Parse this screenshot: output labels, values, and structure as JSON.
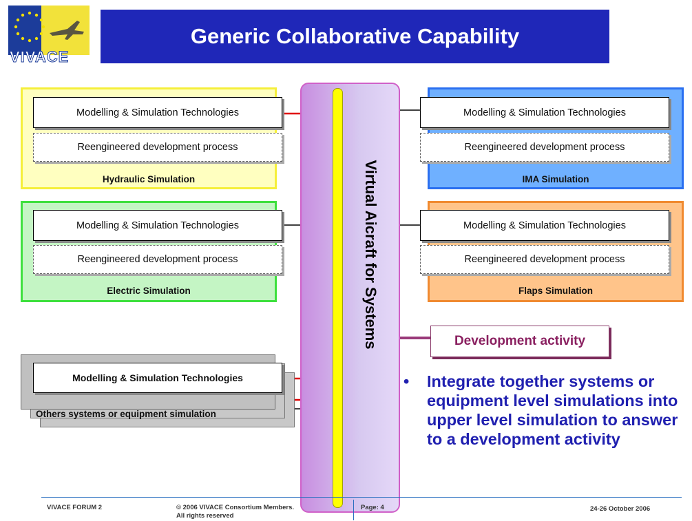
{
  "logo": {
    "text": "VIVACE"
  },
  "title": "Generic Collaborative Capability",
  "bus_label": "Virtual Aicraft for Systems",
  "modules": {
    "hydraulic": {
      "tech": "Modelling & Simulation Technologies",
      "process": "Reengineered development process",
      "label": "Hydraulic Simulation",
      "color": "#f5ef3a"
    },
    "ima": {
      "tech": "Modelling & Simulation Technologies",
      "process": "Reengineered development process",
      "label": "IMA Simulation",
      "color": "#2a6ff0"
    },
    "electric": {
      "tech": "Modelling & Simulation Technologies",
      "process": "Reengineered development process",
      "label": "Electric  Simulation",
      "color": "#3ee03e"
    },
    "flaps": {
      "tech": "Modelling & Simulation Technologies",
      "process": "Reengineered development process",
      "label": "Flaps Simulation",
      "color": "#f08a30"
    },
    "others": {
      "tech": "Modelling & Simulation Technologies",
      "label": "Others systems or equipment simulation"
    }
  },
  "dev_activity": "Development activity",
  "bullet": "Integrate together systems or equipment level simulations into upper level simulation to answer to a development activity",
  "footer": {
    "forum": "VIVACE FORUM 2",
    "copyright_line1": "© 2006 VIVACE Consortium Members.",
    "copyright_line2": "All rights reserved",
    "page": "Page: 4",
    "date": "24-26 October 2006"
  }
}
